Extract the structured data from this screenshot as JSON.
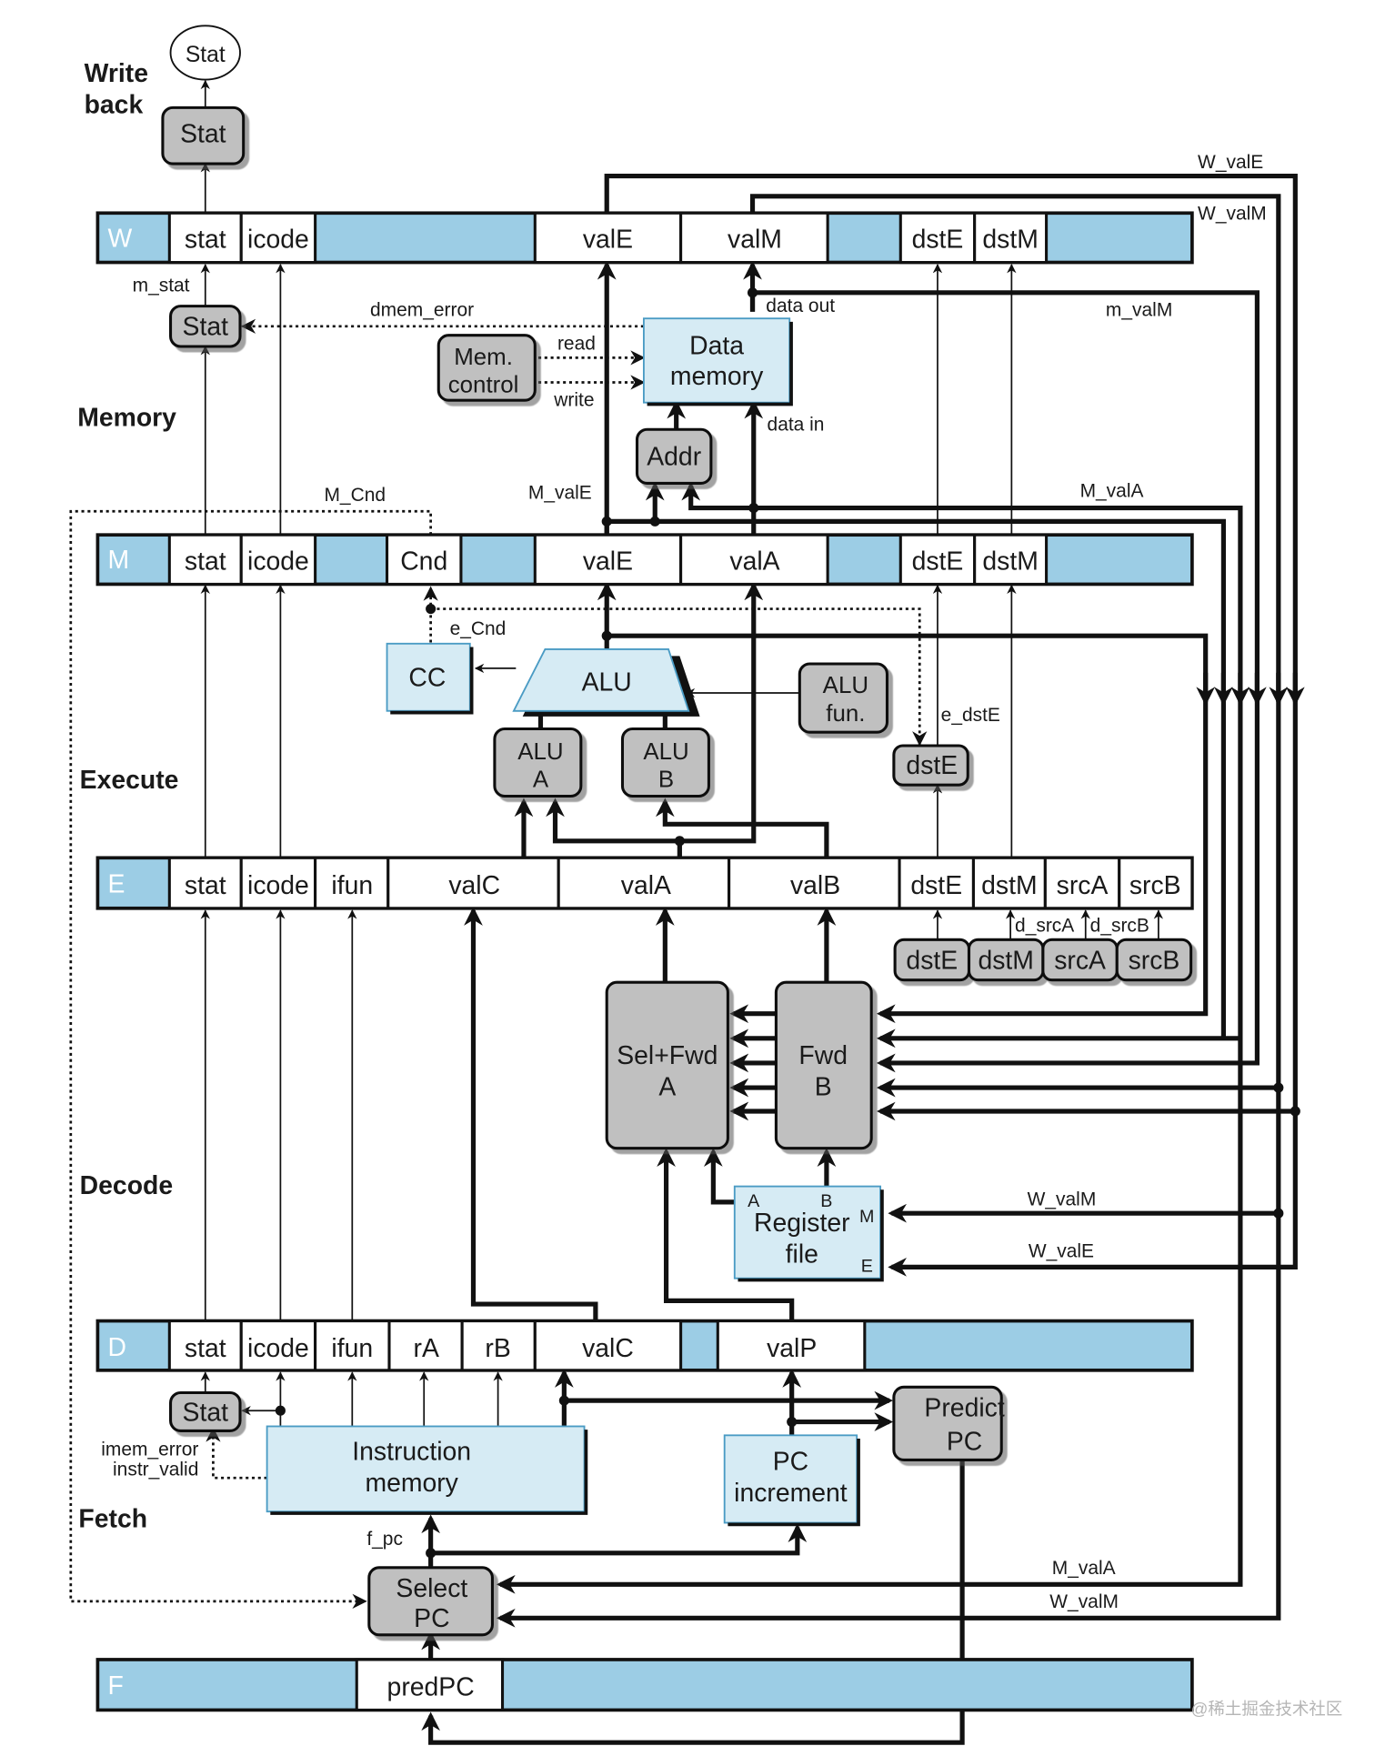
{
  "title": "PIPE processor hardware structure",
  "colors": {
    "register_fill": "#9ccde5",
    "logic_fill": "#d6ebf4",
    "control_fill": "#c0c0c0",
    "wire": "#111111"
  },
  "stages": {
    "writeback_line1": "Write",
    "writeback_line2": "back",
    "memory": "Memory",
    "execute": "Execute",
    "decode": "Decode",
    "fetch": "Fetch"
  },
  "registers": {
    "W": {
      "name": "W",
      "fields": [
        "stat",
        "icode",
        "valE",
        "valM",
        "dstE",
        "dstM"
      ]
    },
    "M": {
      "name": "M",
      "fields": [
        "stat",
        "icode",
        "Cnd",
        "valE",
        "valA",
        "dstE",
        "dstM"
      ]
    },
    "E": {
      "name": "E",
      "fields": [
        "stat",
        "icode",
        "ifun",
        "valC",
        "valA",
        "valB",
        "dstE",
        "dstM",
        "srcA",
        "srcB"
      ]
    },
    "D": {
      "name": "D",
      "fields": [
        "stat",
        "icode",
        "ifun",
        "rA",
        "rB",
        "valC",
        "valP"
      ]
    },
    "F": {
      "name": "F",
      "fields": [
        "predPC"
      ]
    }
  },
  "blocks": {
    "stat_out": "Stat",
    "w_stat": "Stat",
    "m_stat": "Stat",
    "mem_control_1": "Mem.",
    "mem_control_2": "control",
    "data_memory_1": "Data",
    "data_memory_2": "memory",
    "addr": "Addr",
    "cc": "CC",
    "alu": "ALU",
    "alu_fun_1": "ALU",
    "alu_fun_2": "fun.",
    "alu_a_1": "ALU",
    "alu_a_2": "A",
    "alu_b_1": "ALU",
    "alu_b_2": "B",
    "e_dste": "dstE",
    "d_dste": "dstE",
    "d_dstm": "dstM",
    "d_srca": "srcA",
    "d_srcb": "srcB",
    "sel_fwd_a_1": "Sel+Fwd",
    "sel_fwd_a_2": "A",
    "fwd_b_1": "Fwd",
    "fwd_b_2": "B",
    "regfile_1": "Register",
    "regfile_2": "file",
    "regfile_port_a": "A",
    "regfile_port_b": "B",
    "regfile_port_m": "M",
    "regfile_port_e": "E",
    "f_stat": "Stat",
    "instr_mem_1": "Instruction",
    "instr_mem_2": "memory",
    "pc_inc_1": "PC",
    "pc_inc_2": "increment",
    "predict_pc_1": "Predict",
    "predict_pc_2": "PC",
    "select_pc_1": "Select",
    "select_pc_2": "PC"
  },
  "signals": {
    "W_valE_top": "W_valE",
    "W_valM_top": "W_valM",
    "m_stat": "m_stat",
    "dmem_error": "dmem_error",
    "data_out": "data out",
    "m_valM": "m_valM",
    "read": "read",
    "write": "write",
    "data_in": "data in",
    "M_Cnd": "M_Cnd",
    "M_valE": "M_valE",
    "M_valA": "M_valA",
    "e_Cnd": "e_Cnd",
    "e_dstE": "e_dstE",
    "d_srcA": "d_srcA",
    "d_srcB": "d_srcB",
    "W_valM_rf": "W_valM",
    "W_valE_rf": "W_valE",
    "imem_error": "imem_error",
    "instr_valid": "instr_valid",
    "f_pc": "f_pc",
    "M_valA_sel": "M_valA",
    "W_valM_sel": "W_valM"
  },
  "watermark": "@稀土掘金技术社区"
}
